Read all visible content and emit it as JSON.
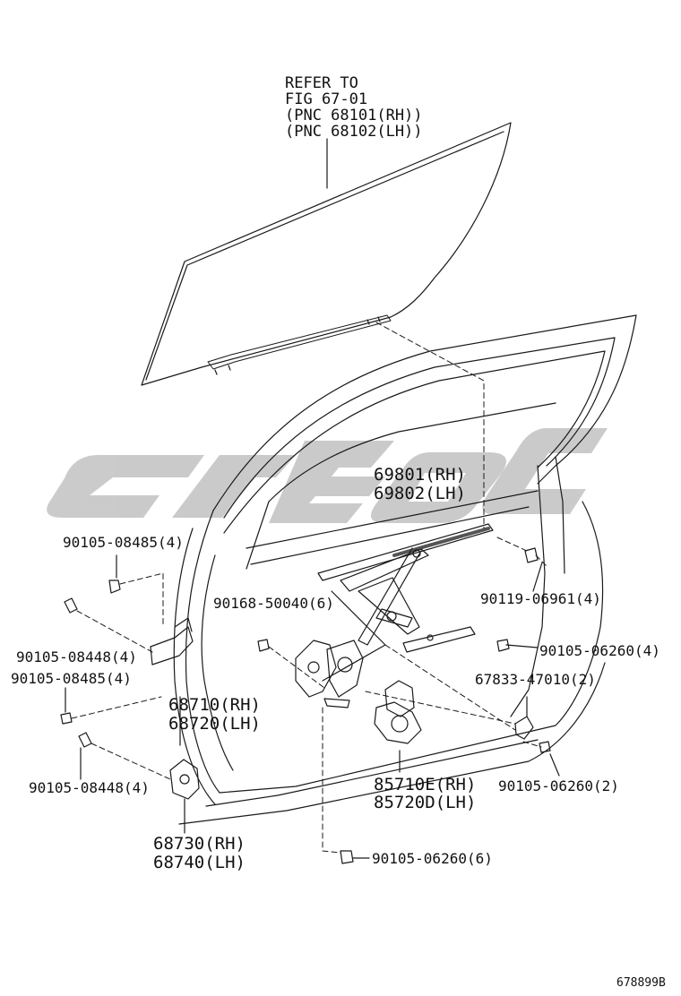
{
  "refer_note": {
    "line1": "REFER TO",
    "line2": "FIG 67-01",
    "line3": "(PNC 68101(RH))",
    "line4": "(PNC 68102(LH))"
  },
  "labels": {
    "regulator_rh": "69801(RH)",
    "regulator_lh": "69802(LH)",
    "bolt_90105_08485_top": "90105-08485(4)",
    "bolt_90168_50040": "90168-50040(6)",
    "bolt_90119_06961": "90119-06961(4)",
    "bolt_90105_08448_upper": "90105-08448(4)",
    "bolt_90105_06260_4": "90105-06260(4)",
    "bolt_90105_08485_mid": "90105-08485(4)",
    "stopper_67833_47010": "67833-47010(2)",
    "hinge_upper_rh": "68710(RH)",
    "hinge_upper_lh": "68720(LH)",
    "bolt_90105_08448_lower": "90105-08448(4)",
    "motor_rh": "85710E(RH)",
    "motor_lh": "85720D(LH)",
    "bolt_90105_06260_2": "90105-06260(2)",
    "hinge_lower_rh": "68730(RH)",
    "hinge_lower_lh": "68740(LH)",
    "bolt_90105_06260_6": "90105-06260(6)"
  },
  "figure_id": "678899B",
  "colors": {
    "line": "#1a1a1a",
    "watermark": "#c8c8c8",
    "strip": "#555555"
  }
}
